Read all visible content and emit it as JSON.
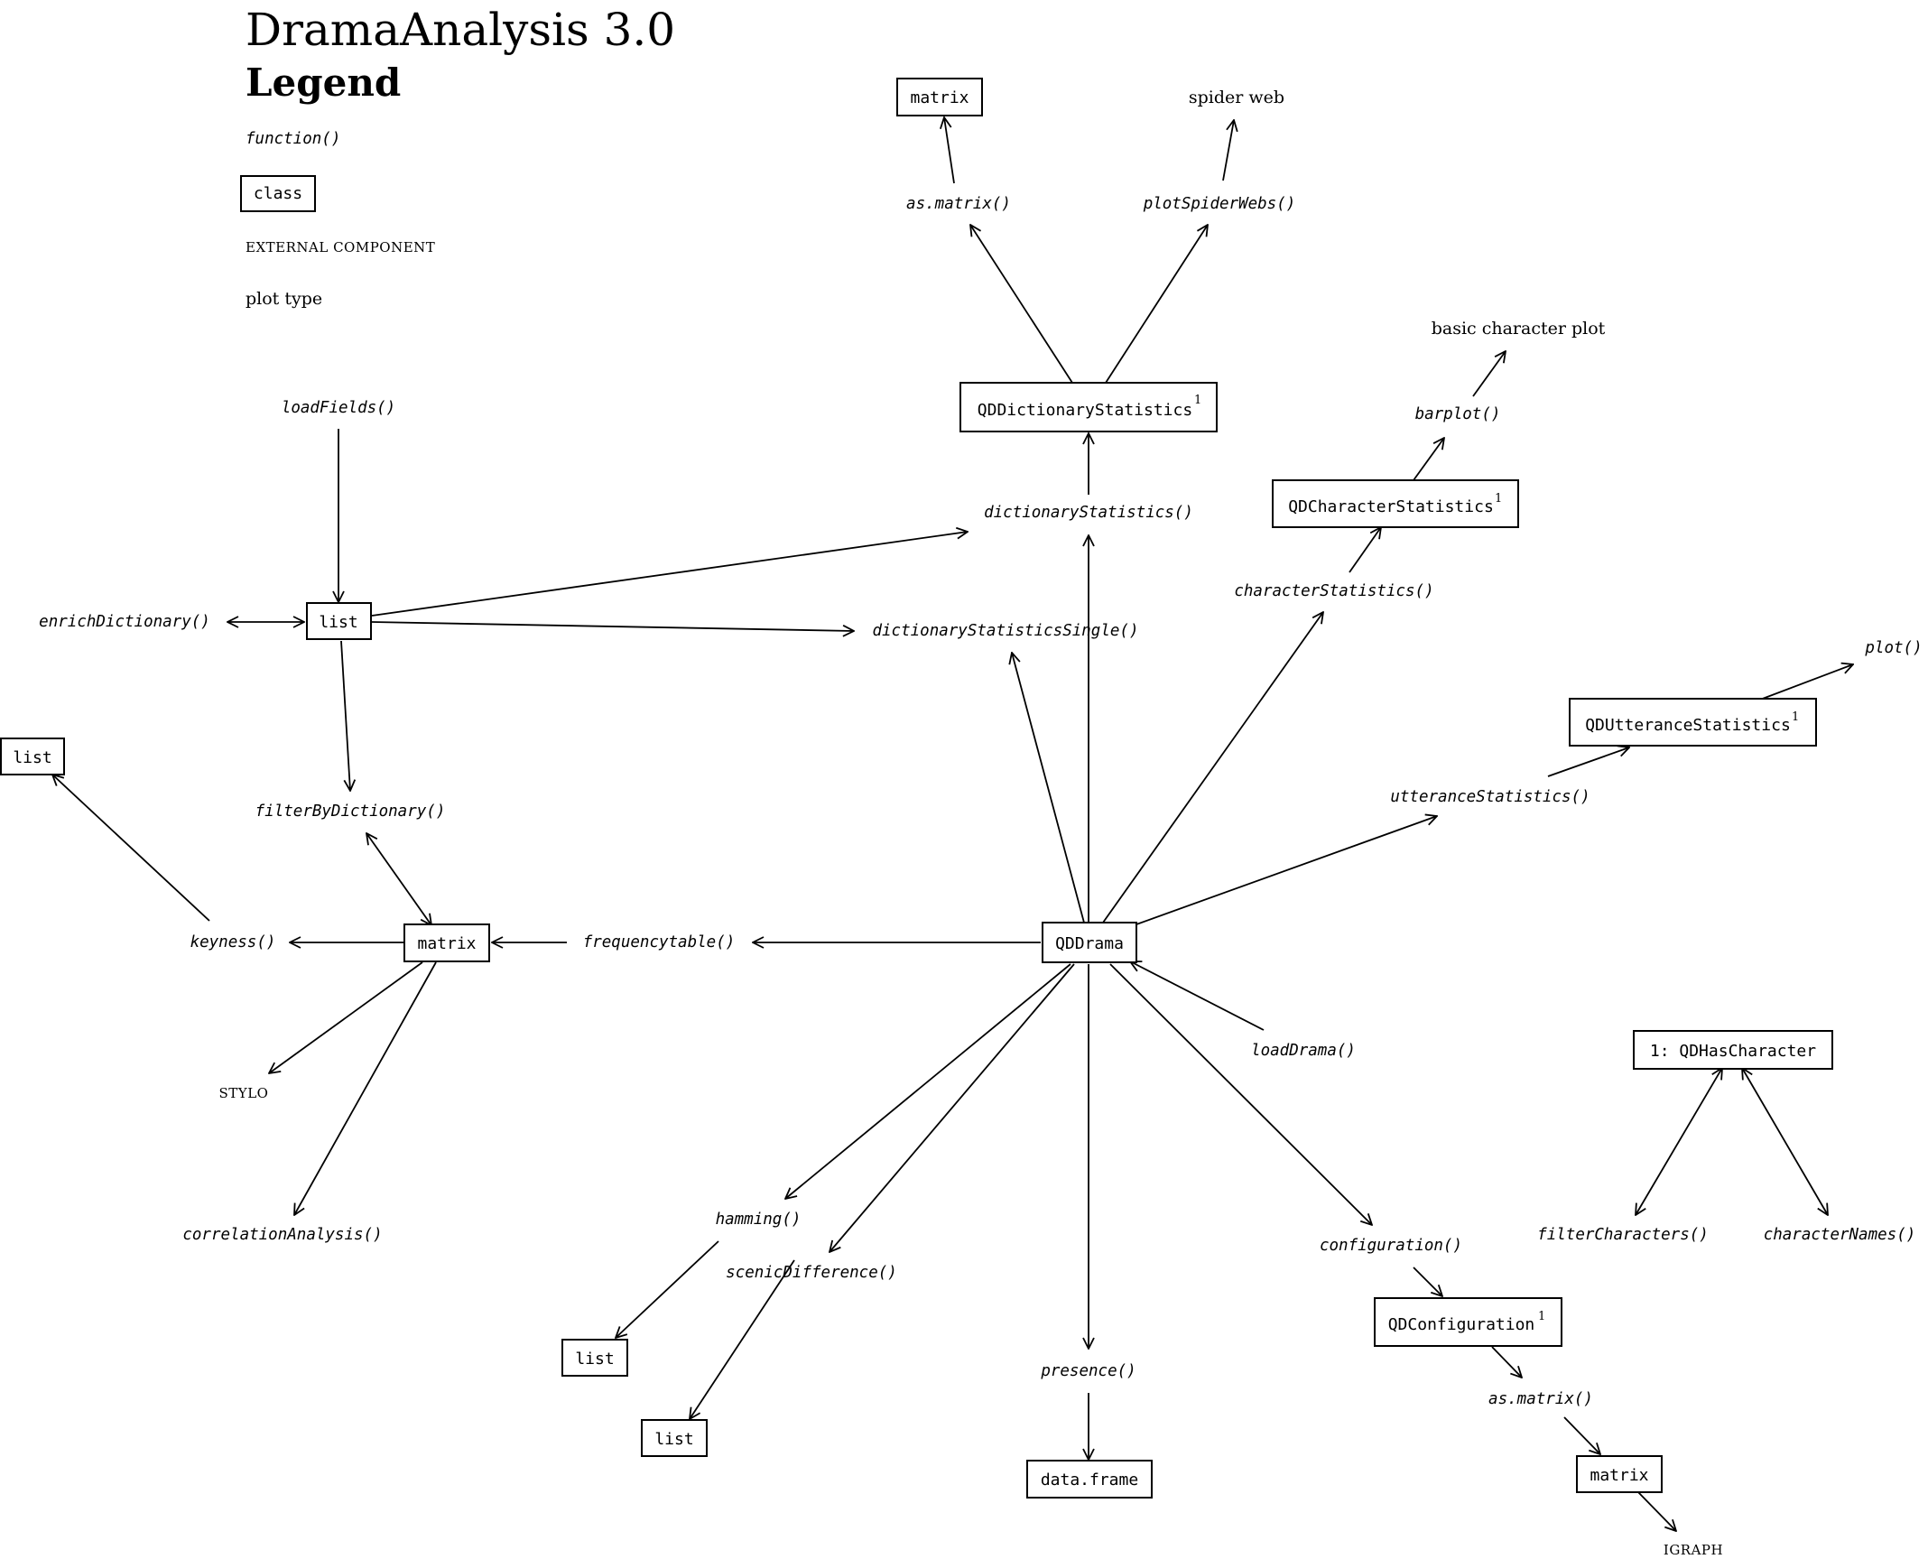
{
  "title": "DramaAnalysis 3.0",
  "legend": {
    "heading": "Legend",
    "function": "function()",
    "class": "class",
    "external": "EXTERNAL COMPONENT",
    "plot": "plot type"
  },
  "classes": {
    "matrix_top": "matrix",
    "dict_stats": "QDDictionaryStatistics",
    "char_stats": "QDCharacterStatistics",
    "utt_stats": "QDUtteranceStatistics",
    "list_center": "list",
    "list_left": "list",
    "matrix_left": "matrix",
    "qddrama": "QDDrama",
    "has_character": "1: QDHasCharacter",
    "list_hamming": "list",
    "list_scenic": "list",
    "data_frame": "data.frame",
    "configuration": "QDConfiguration",
    "matrix_bottom": "matrix",
    "superscript": "1"
  },
  "functions": {
    "as_matrix_top": "as.matrix()",
    "plot_spider_webs": "plotSpiderWebs()",
    "barplot": "barplot()",
    "load_fields": "loadFields()",
    "dictionary_statistics": "dictionaryStatistics()",
    "character_statistics": "characterStatistics()",
    "enrich_dictionary": "enrichDictionary()",
    "dictionary_statistics_single": "dictionaryStatisticsSingle()",
    "plot": "plot()",
    "utterance_statistics": "utteranceStatistics()",
    "filter_by_dictionary": "filterByDictionary()",
    "keyness": "keyness()",
    "frequencytable": "frequencytable()",
    "load_drama": "loadDrama()",
    "correlation_analysis": "correlationAnalysis()",
    "hamming": "hamming()",
    "scenic_difference": "scenicDifference()",
    "configuration": "configuration()",
    "filter_characters": "filterCharacters()",
    "character_names": "characterNames()",
    "presence": "presence()",
    "as_matrix_bottom": "as.matrix()"
  },
  "external": {
    "stylo": "STYLO",
    "igraph": "IGRAPH"
  },
  "plots": {
    "spider_web": "spider web",
    "basic_character_plot": "basic character plot"
  }
}
